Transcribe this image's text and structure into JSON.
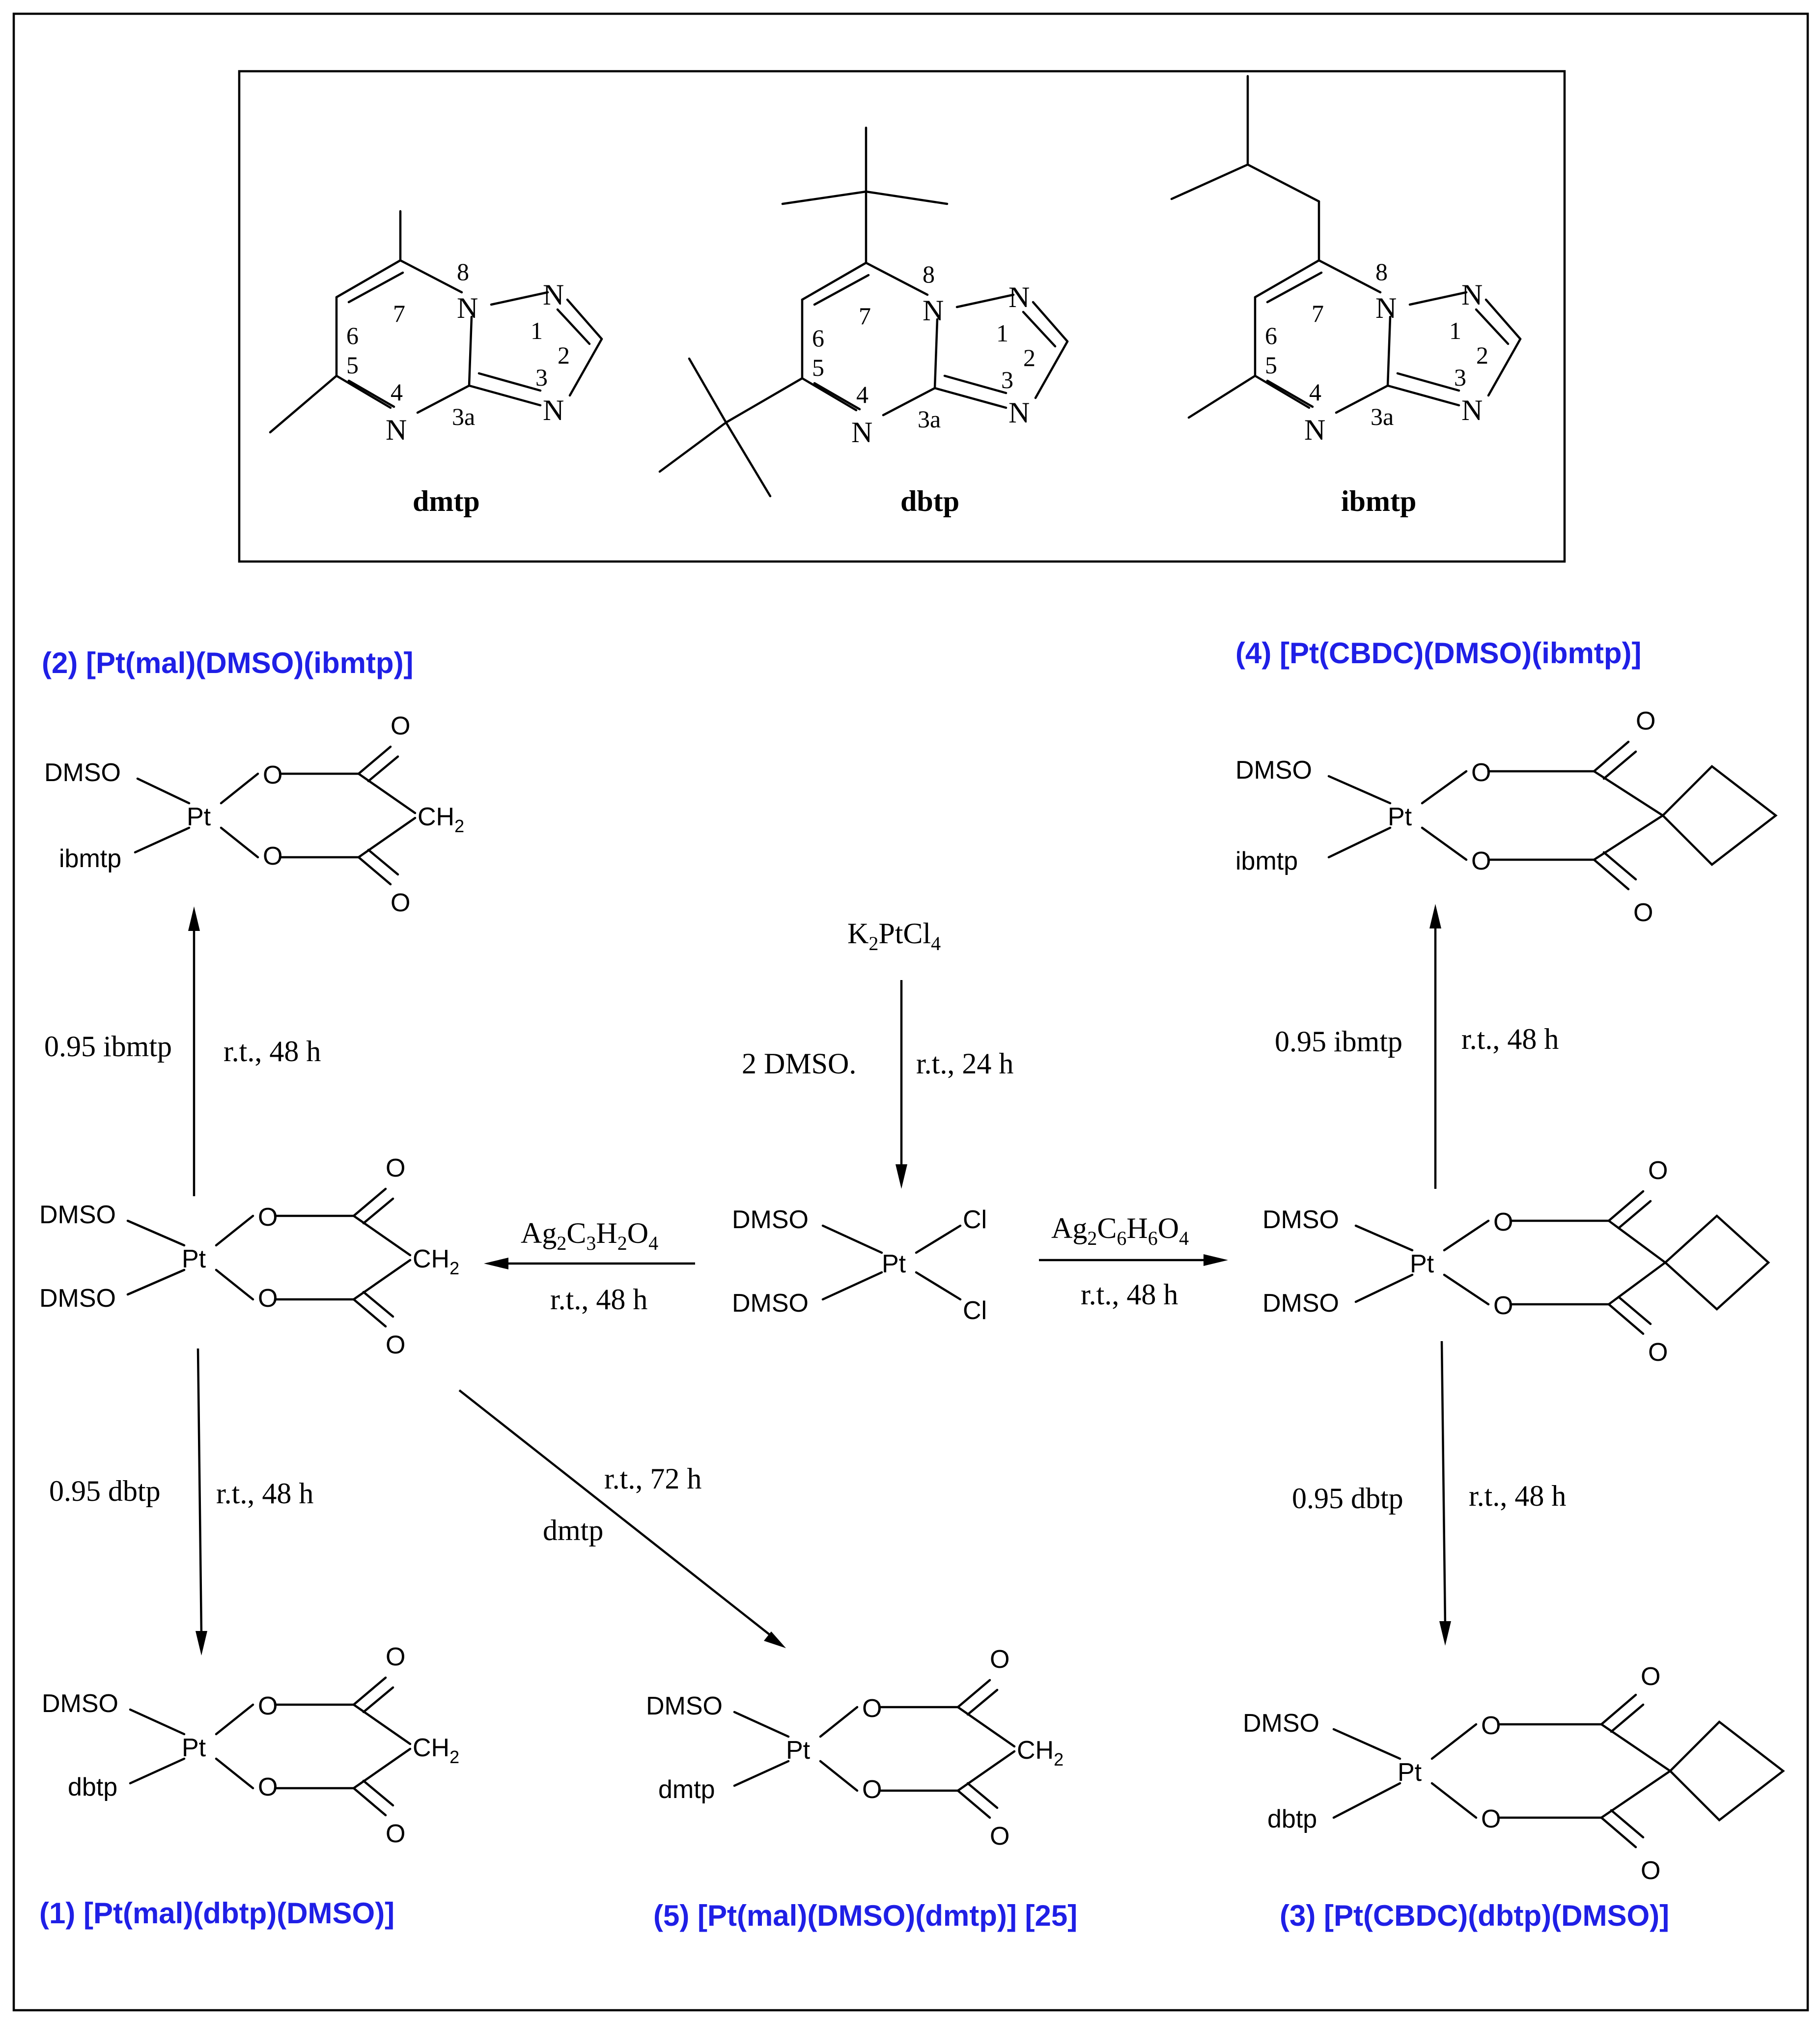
{
  "colors": {
    "title": "#1f1fe6",
    "line": "#000000"
  },
  "ligands": [
    {
      "name": "dmtp"
    },
    {
      "name": "dbtp"
    },
    {
      "name": "ibmtp"
    }
  ],
  "ring_labels": {
    "n8": "8",
    "n1": "1",
    "n2": "2",
    "n3": "3",
    "n3a": "3a",
    "n4": "4",
    "n5": "5",
    "n6": "6",
    "n7": "7",
    "N": "N"
  },
  "atoms": {
    "Pt": "Pt",
    "O": "O",
    "CH": "CH",
    "sub2": "2",
    "Cl": "Cl",
    "DMSO": "DMSO"
  },
  "compounds": {
    "c1": "(1) [Pt(mal)(dbtp)(DMSO)]",
    "c2": "(2) [Pt(mal)(DMSO)(ibmtp)]",
    "c3": "(3) [Pt(CBDC)(dbtp)(DMSO)]",
    "c4": "(4) [Pt(CBDC)(DMSO)(ibmtp)]",
    "c5": "(5) [Pt(mal)(DMSO)(dmtp)] [25]"
  },
  "ligand_labels": {
    "ibmtp": "ibmtp",
    "dbtp": "dbtp",
    "dmtp": "dmtp"
  },
  "reagents": {
    "start": {
      "K": "K",
      "k_sub": "2",
      "PtCl": "PtCl",
      "cl_sub": "4"
    },
    "ag_mal": {
      "Ag": "Ag",
      "s1": "2",
      "C": "C",
      "s2": "3",
      "H": "H",
      "s3": "2",
      "O": "O",
      "s4": "4"
    },
    "ag_cbdc": {
      "Ag": "Ag",
      "s1": "2",
      "C": "C",
      "s2": "6",
      "H": "H",
      "s3": "6",
      "O": "O",
      "s4": "4"
    }
  },
  "conditions": {
    "dmso_step": "2 DMSO.",
    "rt24": "r.t., 24 h",
    "rt48": "r.t., 48 h",
    "rt72": "r.t., 72 h",
    "ibmtp_eq": "0.95 ibmtp",
    "dbtp_eq": "0.95 dbtp",
    "dmtp": "dmtp"
  }
}
